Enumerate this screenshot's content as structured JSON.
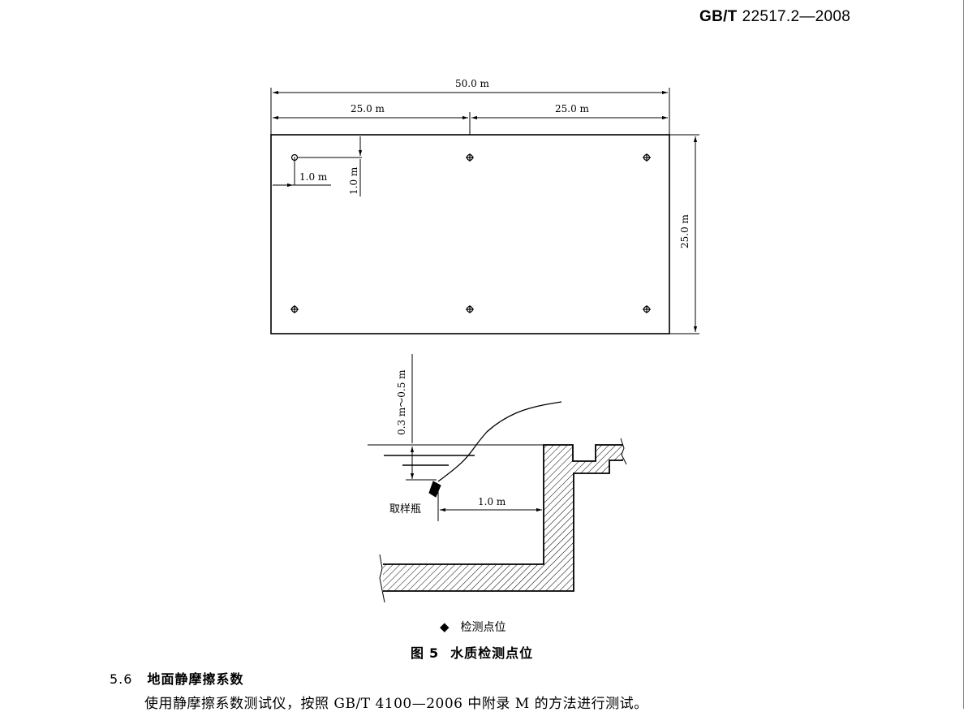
{
  "header": {
    "std_prefix": "GB/T",
    "std_number": "22517.2—2008"
  },
  "figure": {
    "dims": {
      "total_width": "50.0 m",
      "half_left": "25.0 m",
      "half_right": "25.0 m",
      "side_height": "25.0 m",
      "offset_x": "1.0 m",
      "offset_y": "1.0 m",
      "depth": "0.3 m～0.5 m",
      "distance": "1.0 m"
    },
    "bottle_label": "取样瓶",
    "legend_symbol": "◆",
    "legend_text": "检测点位",
    "caption_prefix": "图",
    "caption_number": "5",
    "caption_title": "水质检测点位"
  },
  "section": {
    "number": "5.6",
    "title": "地面静摩擦系数"
  },
  "body_text": "使用静摩擦系数测试仪，按照 GB/T 4100—2006 中附录 M 的方法进行测试。"
}
